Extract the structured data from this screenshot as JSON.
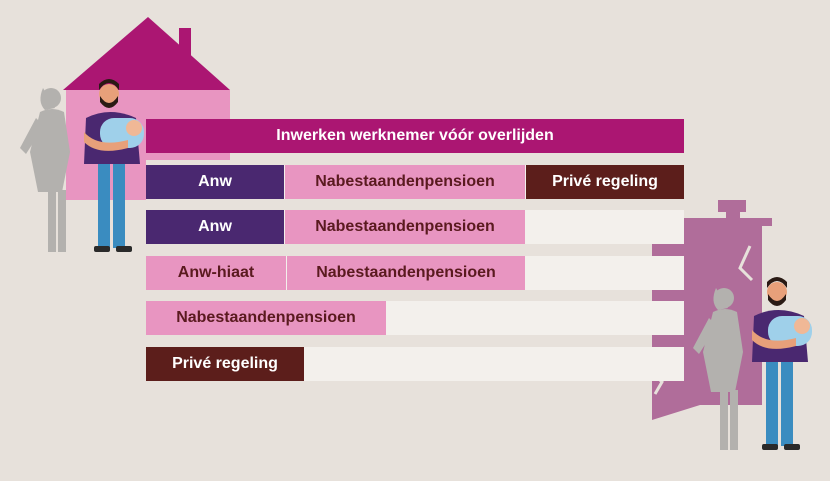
{
  "colors": {
    "background": "#e7e1db",
    "magenta": "#ab1672",
    "purple": "#4a2870",
    "pink": "#e895c1",
    "brown": "#5c1e1b",
    "row_background": "#f3f0ec",
    "ruin": "#b06d9a",
    "silhouette": "#b3b1ae"
  },
  "header": {
    "label": "Inwerken werknemer vóór overlijden"
  },
  "rows": [
    {
      "segments": [
        {
          "label": "Anw",
          "color": "purple"
        },
        {
          "label": "Nabestaandenpensioen",
          "color": "pink"
        },
        {
          "label": "Privé regeling",
          "color": "brown"
        }
      ]
    },
    {
      "segments": [
        {
          "label": "Anw",
          "color": "purple"
        },
        {
          "label": "Nabestaandenpensioen",
          "color": "pink"
        }
      ]
    },
    {
      "segments": [
        {
          "label": "Anw-hiaat",
          "color": "pink"
        },
        {
          "label": "Nabestaandenpensioen",
          "color": "pink"
        }
      ]
    },
    {
      "segments": [
        {
          "label": "Nabestaandenpensioen",
          "color": "pink"
        }
      ]
    },
    {
      "segments": [
        {
          "label": "Privé regeling",
          "color": "brown"
        }
      ]
    }
  ],
  "illustrations": {
    "left": {
      "building": "house-icon",
      "figures": [
        "woman-silhouette-icon",
        "father-with-baby-icon"
      ]
    },
    "right": {
      "building": "ruined-house-icon",
      "figures": [
        "woman-silhouette-icon",
        "father-with-baby-icon"
      ]
    }
  }
}
